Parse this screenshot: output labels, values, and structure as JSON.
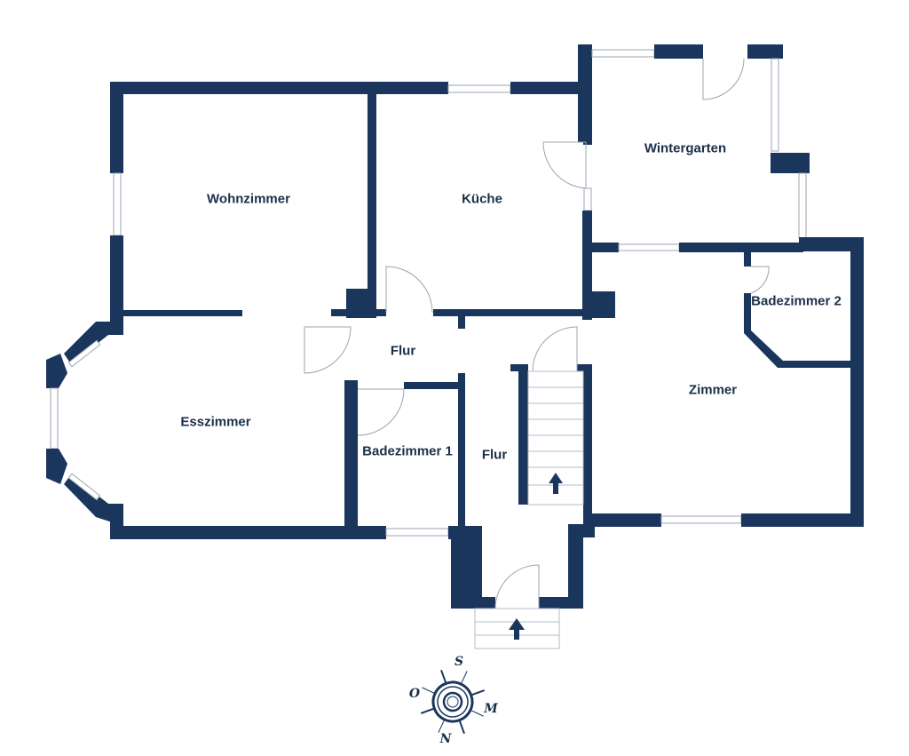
{
  "rooms": {
    "wohnzimmer": "Wohnzimmer",
    "kueche": "Küche",
    "wintergarten": "Wintergarten",
    "badezimmer2": "Badezimmer 2",
    "flur_top": "Flur",
    "esszimmer": "Esszimmer",
    "badezimmer1": "Badezimmer 1",
    "flur_bottom": "Flur",
    "zimmer": "Zimmer"
  },
  "compass": {
    "top": "S",
    "left": "O",
    "right": "M",
    "bottom": "N"
  },
  "colors": {
    "wall": "#1b365d"
  }
}
